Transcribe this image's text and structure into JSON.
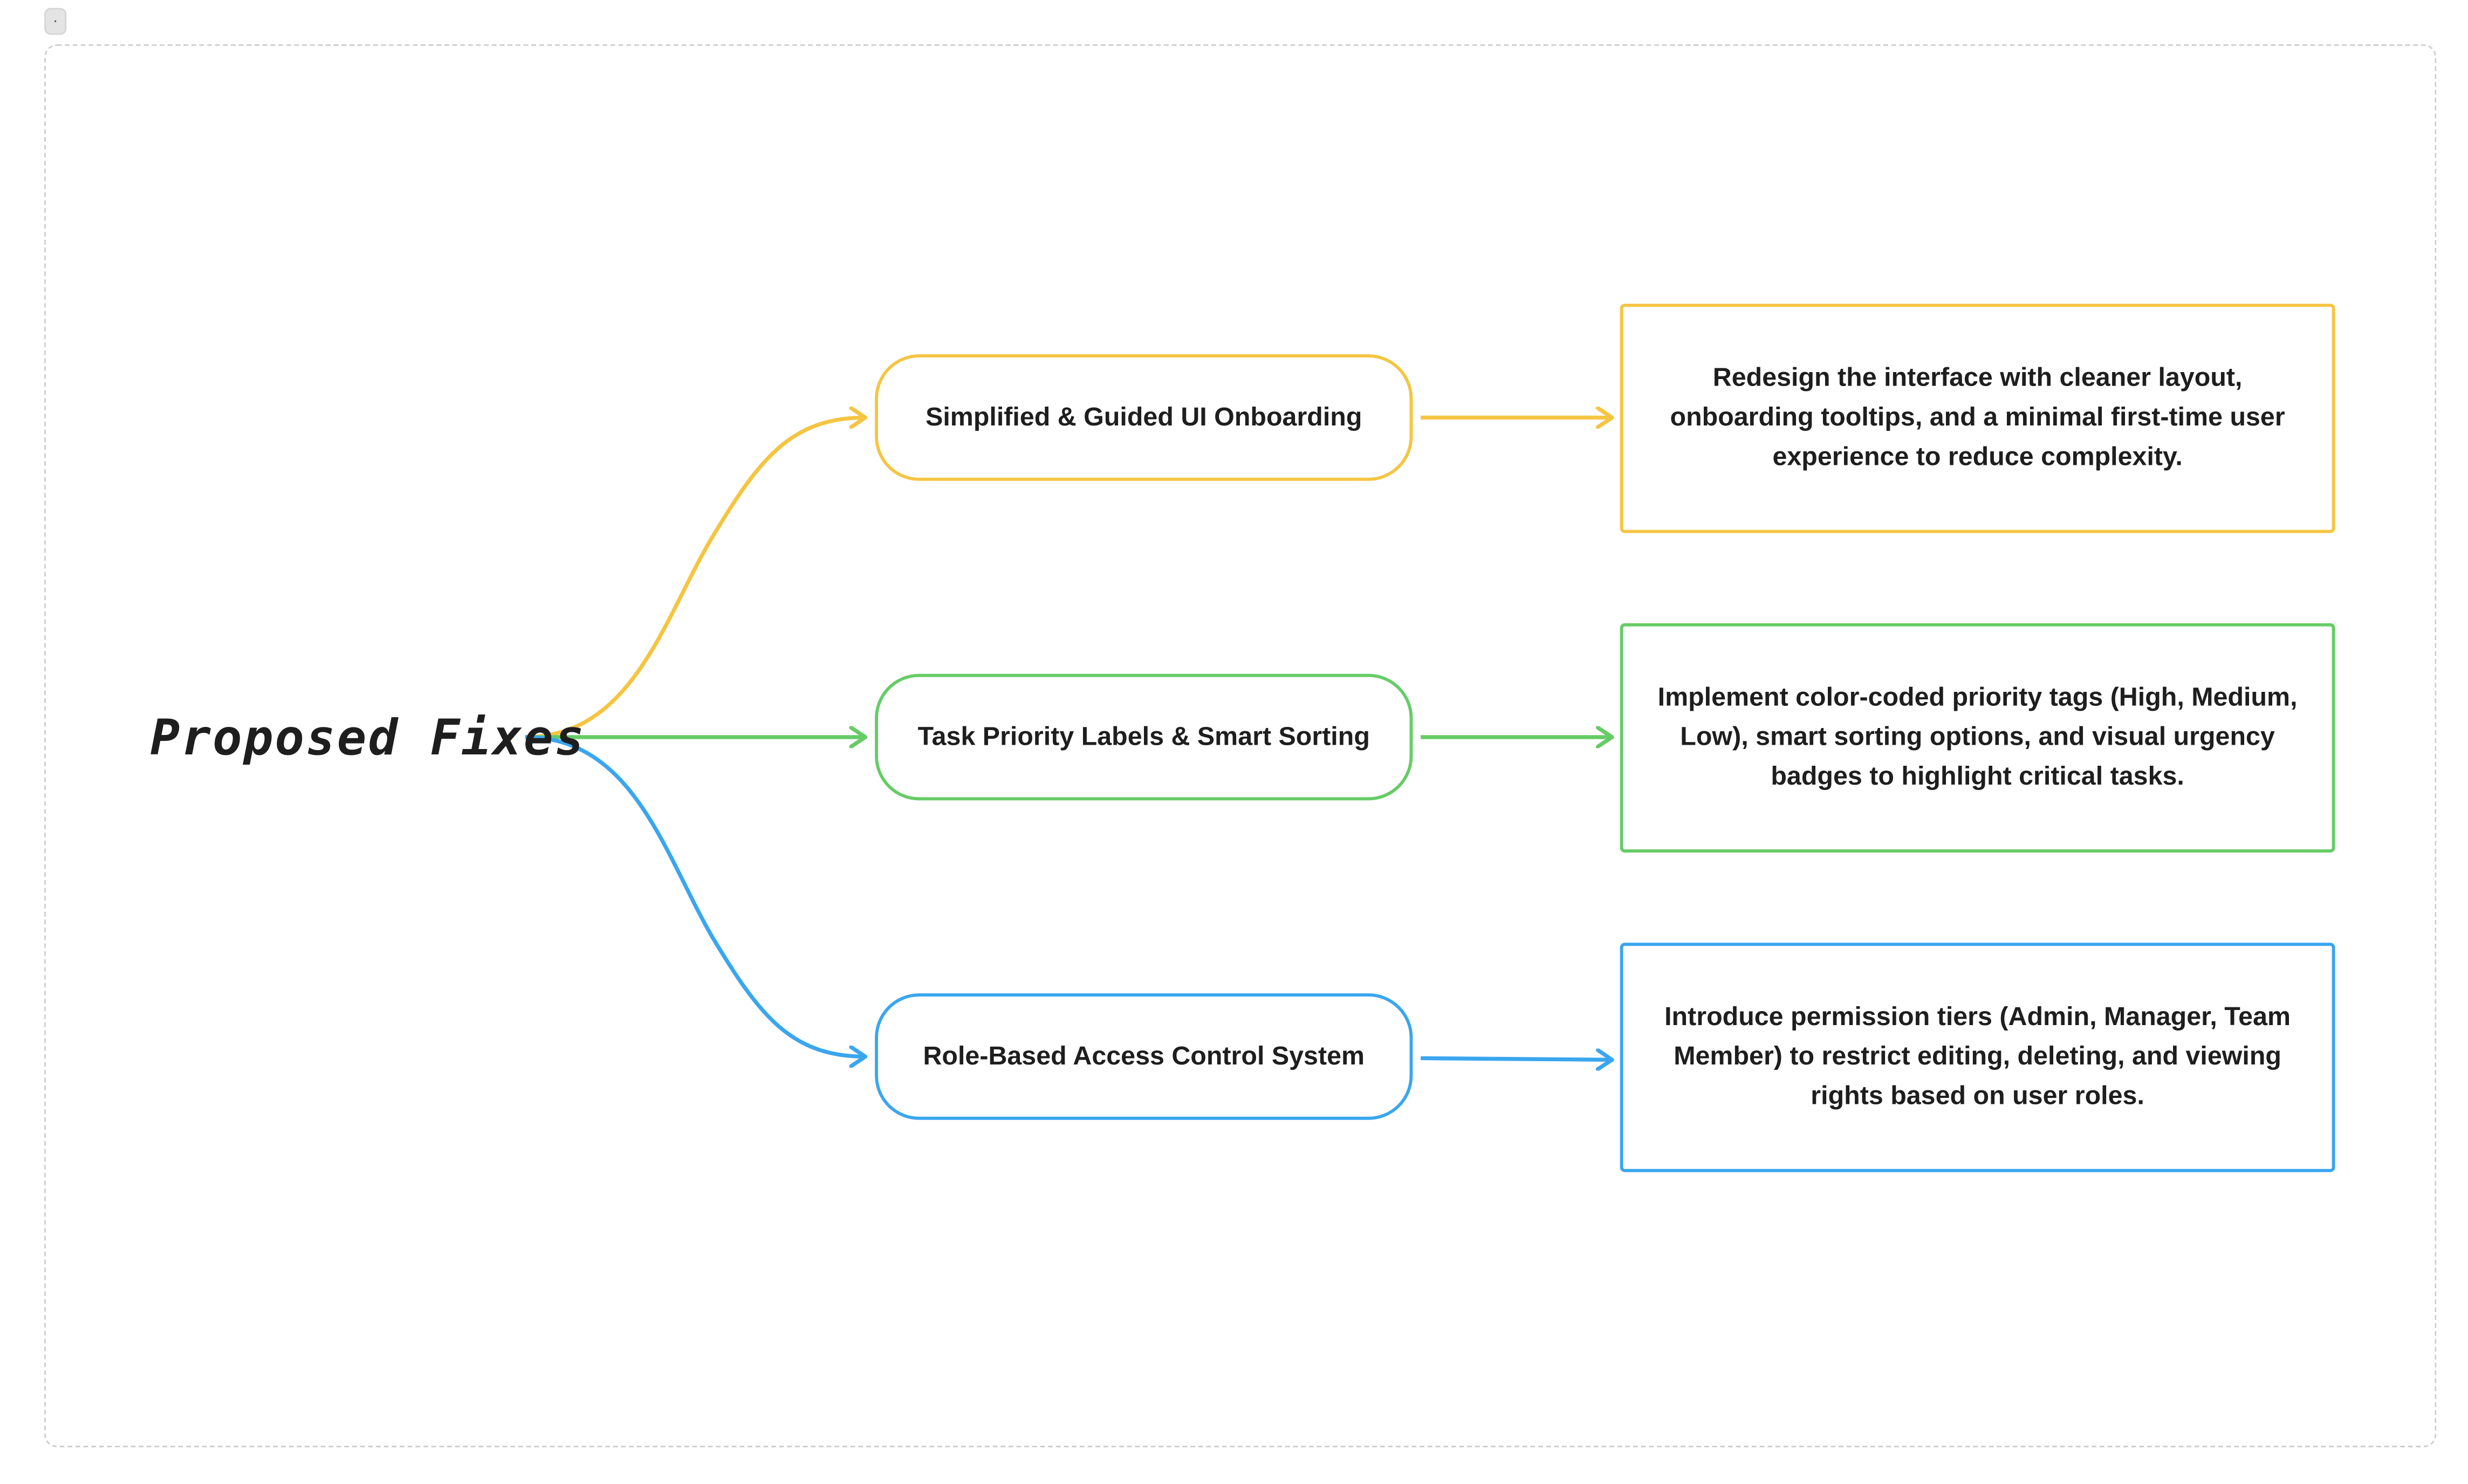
{
  "frame": {
    "handle_label": "."
  },
  "root": {
    "label": "Proposed Fixes"
  },
  "colors": {
    "yellow": "#f5c542",
    "green": "#66cc66",
    "blue": "#3aa6ef",
    "text": "#1e1e1e",
    "frame_border": "#cfcfcf"
  },
  "branches": [
    {
      "color": "yellow",
      "title": "Simplified & Guided UI Onboarding",
      "description": "Redesign the interface with cleaner layout, onboarding tooltips, and a minimal first-time user experience to reduce complexity."
    },
    {
      "color": "green",
      "title": "Task Priority Labels & Smart Sorting",
      "description": "Implement color-coded priority tags (High, Medium, Low), smart sorting options, and visual urgency badges to highlight critical tasks."
    },
    {
      "color": "blue",
      "title": "Role-Based Access Control System",
      "description": "Introduce permission tiers (Admin, Manager, Team Member) to restrict editing, deleting, and viewing rights based on user roles."
    }
  ]
}
